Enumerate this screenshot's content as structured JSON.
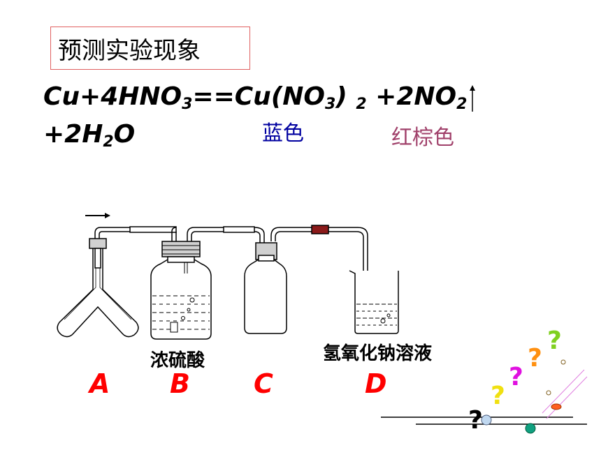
{
  "title": "预测实验现象",
  "equation": {
    "line1_a": "Cu+4HNO",
    "sub1": "3",
    "line1_b": "==Cu(NO",
    "sub2": "3",
    "line1_c": ") ",
    "sub3": "2",
    "line1_d": " +2NO",
    "sub4": "2",
    "line2_a": "+2H",
    "sub5": "2",
    "line2_b": "O"
  },
  "notes": {
    "blue": "蓝色",
    "red_brown": "红棕色"
  },
  "reagents": {
    "b_label": "浓硫酸",
    "d_label": "氢氧化钠溶液"
  },
  "apparatus_letters": [
    "A",
    "B",
    "C",
    "D"
  ],
  "question_mark": "?",
  "colors": {
    "letter_red": "#ff0000",
    "blue_text": "#0000a0",
    "red_brown_text": "#a0406a",
    "title_border": "#e06060"
  }
}
